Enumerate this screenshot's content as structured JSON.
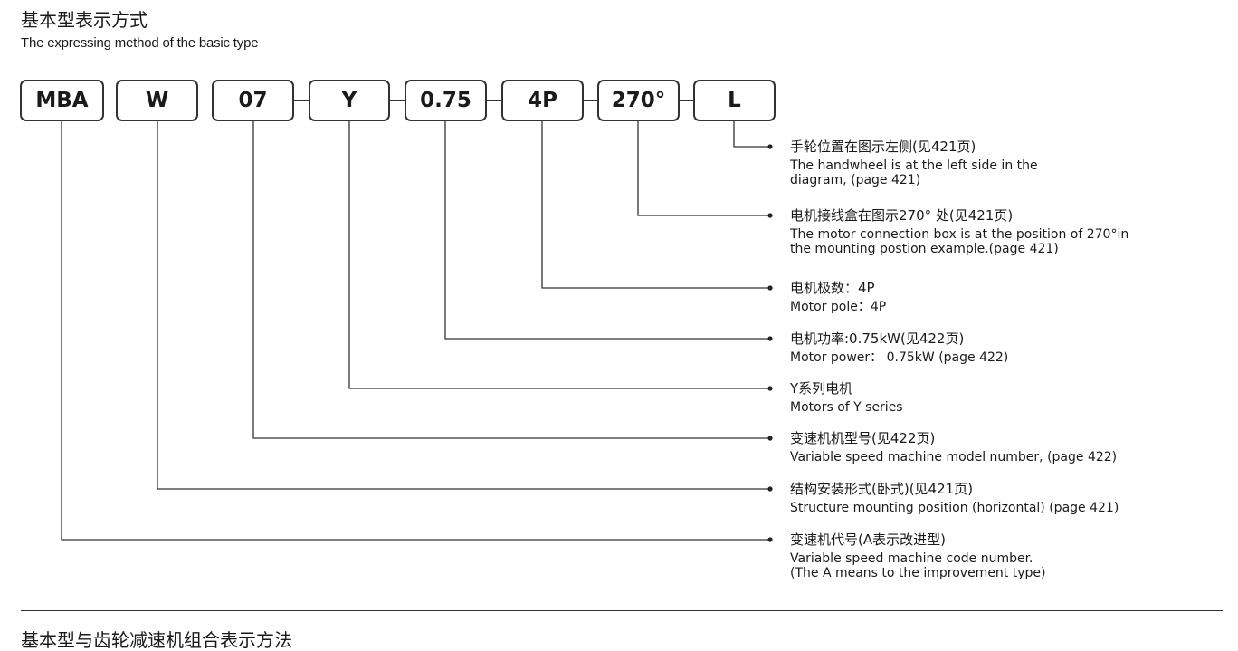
{
  "header": {
    "title_cn": "基本型表示方式",
    "title_en": "The expressing method of the basic type"
  },
  "codes": [
    {
      "label": "MBA"
    },
    {
      "label": "W"
    },
    {
      "label": "07"
    },
    {
      "label": "Y"
    },
    {
      "label": "0.75"
    },
    {
      "label": "4P"
    },
    {
      "label": "270°"
    },
    {
      "label": "L"
    }
  ],
  "descriptions": [
    {
      "cn": "手轮位置在图示左侧(见421页)",
      "en": "The handwheel is at the left side in the\ndiagram, (page 421)"
    },
    {
      "cn": "电机接线盒在图示270° 处(见421页)",
      "en": "The motor connection box is at the position of 270°in\nthe mounting postion example.(page 421)"
    },
    {
      "cn": "电机极数：4P",
      "en": "Motor pole：4P"
    },
    {
      "cn": "电机功率:0.75kW(见422页)",
      "en": "Motor power： 0.75kW (page 422)"
    },
    {
      "cn": "Y系列电机",
      "en": "Motors of Y series"
    },
    {
      "cn": "变速机机型号(见422页)",
      "en": "Variable speed machine model number, (page 422)"
    },
    {
      "cn": "结构安装形式(卧式)(见421页)",
      "en": "Structure mounting position (horizontal) (page 421)"
    },
    {
      "cn": "变速机代号(A表示改进型)",
      "en": "Variable speed machine code number.\n(The A means to the improvement type)"
    }
  ],
  "section2": {
    "title_cn": "基本型与齿轮减速机组合表示方法"
  }
}
